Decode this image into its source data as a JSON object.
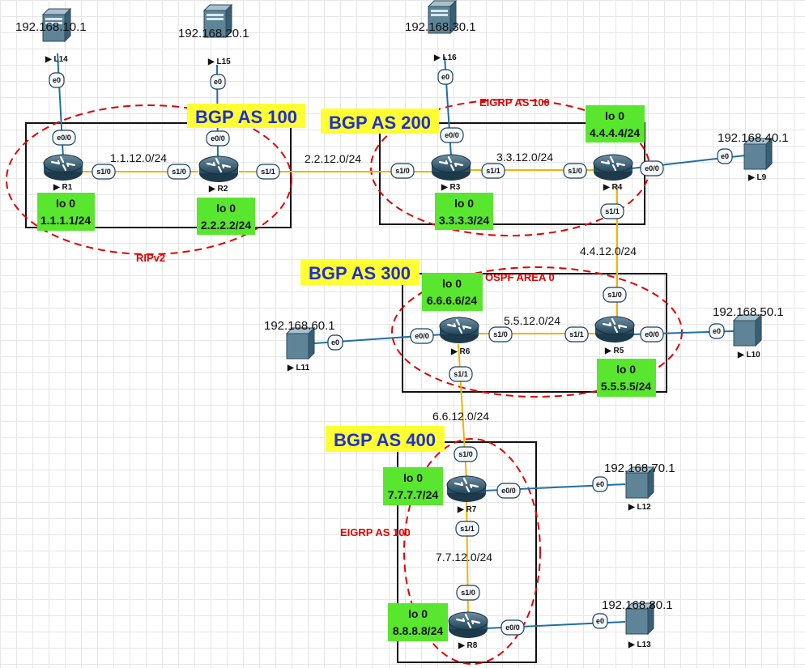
{
  "as_labels": [
    "BGP AS 100",
    "BGP AS 200",
    "BGP AS 300",
    "BGP AS 400"
  ],
  "protocols": [
    "RIPv2",
    "EIGRP AS 100",
    "OSPF AREA 0",
    "EIGRP AS 100"
  ],
  "routers": [
    "R1",
    "R2",
    "R3",
    "R4",
    "R5",
    "R6",
    "R7",
    "R8"
  ],
  "hosts": [
    {
      "name": "L14",
      "ip": "192.168.10.1"
    },
    {
      "name": "L15",
      "ip": "192.168.20.1"
    },
    {
      "name": "L16",
      "ip": "192.168.30.1"
    },
    {
      "name": "L9",
      "ip": "192.168.40.1"
    },
    {
      "name": "L10",
      "ip": "192.168.50.1"
    },
    {
      "name": "L11",
      "ip": "192.168.60.1"
    },
    {
      "name": "L12",
      "ip": "192.168.70.1"
    },
    {
      "name": "L13",
      "ip": "192.168.80.1"
    }
  ],
  "loopbacks": [
    {
      "name": "lo 0",
      "ip": "1.1.1.1/24"
    },
    {
      "name": "lo 0",
      "ip": "2.2.2.2/24"
    },
    {
      "name": "lo 0",
      "ip": "3.3.3.3/24"
    },
    {
      "name": "lo 0",
      "ip": "4.4.4.4/24"
    },
    {
      "name": "lo 0",
      "ip": "5.5.5.5/24"
    },
    {
      "name": "lo 0",
      "ip": "6.6.6.6/24"
    },
    {
      "name": "lo 0",
      "ip": "7.7.7.7/24"
    },
    {
      "name": "lo 0",
      "ip": "8.8.8.8/24"
    }
  ],
  "networks": [
    "1.1.12.0/24",
    "2.2.12.0/24",
    "3.3.12.0/24",
    "4.4.12.0/24",
    "5.5.12.0/24",
    "6.6.12.0/24",
    "7.7.12.0/24"
  ],
  "interfaces": {
    "s10": "s1/0",
    "s11": "s1/1",
    "e00": "e0/0",
    "e0": "e0"
  },
  "colors": {
    "serial_link": "#f2b400",
    "ethernet_link": "#1f6fa3",
    "boundary": "#e00000",
    "loopback_bg": "#59e62e",
    "as_label_bg": "#ffff33",
    "as_label_text": "#1f2fd0"
  }
}
